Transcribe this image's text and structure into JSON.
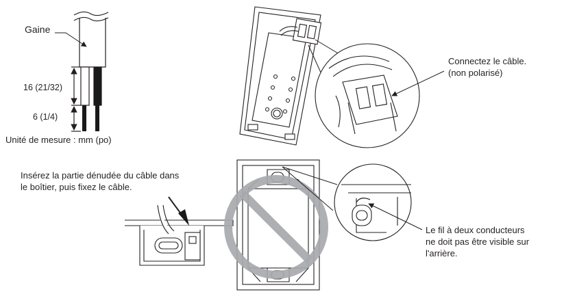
{
  "wire_detail": {
    "sheath_label": "Gaine",
    "dim_upper": "16 (21/32)",
    "dim_lower": "6 (1/4)",
    "unit_note": "Unité de mesure : mm (po)"
  },
  "connector_detail": {
    "callout_line1": "Connectez le câble.",
    "callout_line2": "(non polarisé)"
  },
  "insert_detail": {
    "instruction_line1": "Insérez la partie dénudée du câble dans",
    "instruction_line2": "le boîtier, puis fixez le câble."
  },
  "back_view": {
    "warning_line1": "Le fil à deux conducteurs",
    "warning_line2": "ne doit pas être visible sur",
    "warning_line3": "l'arrière."
  },
  "colors": {
    "ink": "#231f20",
    "prohibition": "#a7a9ac",
    "wire_black": "#1a1a1a"
  },
  "icons": [
    "prohibition-icon",
    "arrow-icon"
  ]
}
